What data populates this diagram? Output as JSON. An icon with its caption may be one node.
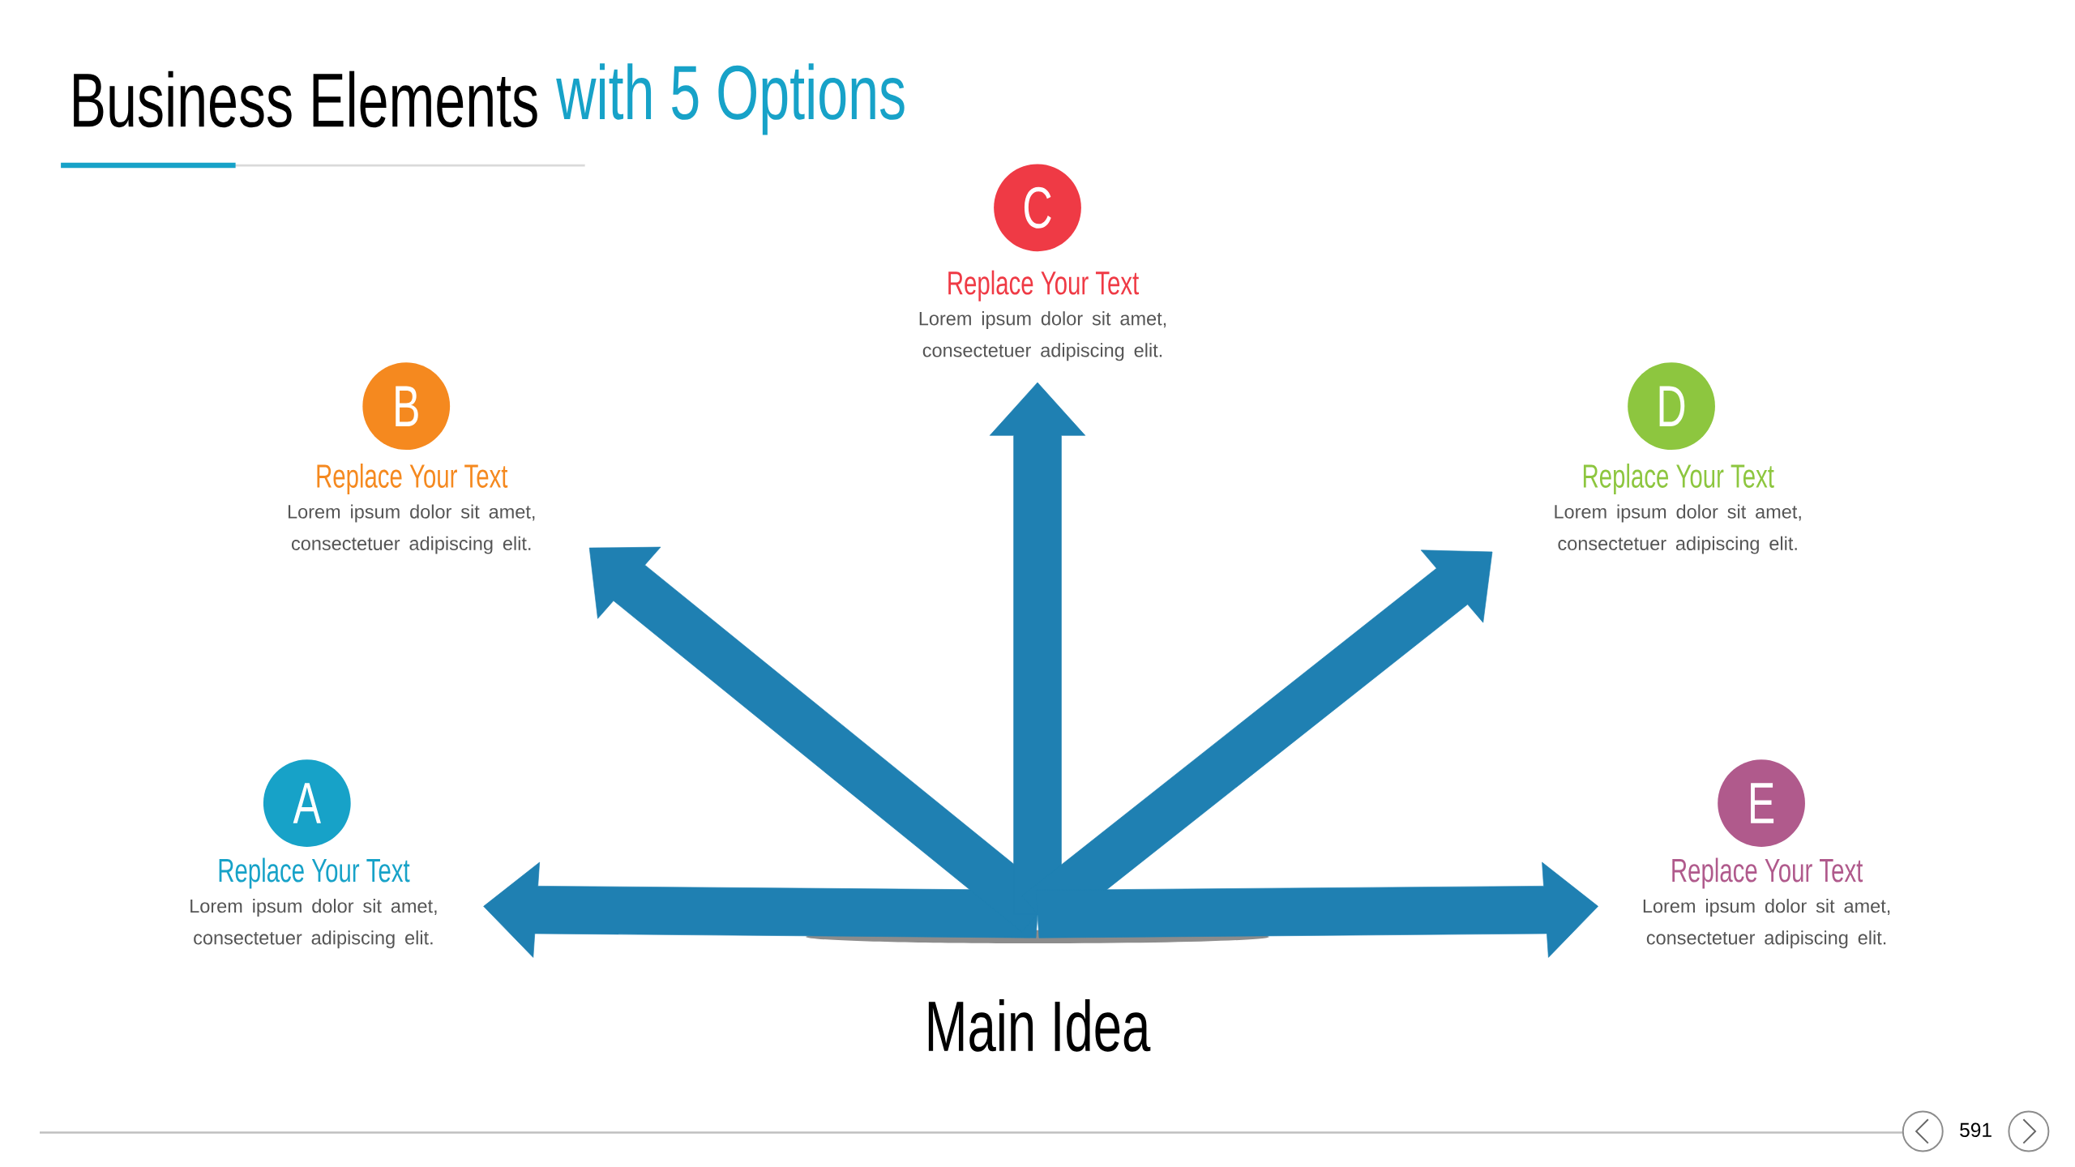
{
  "diagram": {
    "title": "Business Elements",
    "nodes": [
      {
        "text": [
          "Main Idea"
        ]
      },
      {
        "text": [
          "A",
          "Replace Your Text",
          "Lorem ipsum dolor sit amet, consectetuer adipiscing elit."
        ]
      },
      {
        "text": [
          "B",
          "Replace Your Text",
          "Lorem ipsum dolor sit amet, consectetuer adipiscing elit."
        ]
      },
      {
        "text": [
          "C",
          "Replace Your Text",
          "Lorem ipsum dolor sit amet, consectetuer adipiscing elit."
        ]
      },
      {
        "text": [
          "D",
          "Replace Your Text",
          "Lorem ipsum dolor sit amet, consectetuer adipiscing elit."
        ]
      },
      {
        "text": [
          "E",
          "Replace Your Text",
          "Lorem ipsum dolor sit amet, consectetuer adipiscing elit."
        ]
      }
    ],
    "edges": [
      {
        "from": 0,
        "to": 1,
        "arrow": "to"
      },
      {
        "from": 0,
        "to": 2,
        "arrow": "to"
      },
      {
        "from": 0,
        "to": 3,
        "arrow": "to"
      },
      {
        "from": 0,
        "to": 4,
        "arrow": "to"
      },
      {
        "from": 0,
        "to": 5,
        "arrow": "to"
      }
    ],
    "labels": [
      "with 5 Options",
      "591"
    ]
  }
}
